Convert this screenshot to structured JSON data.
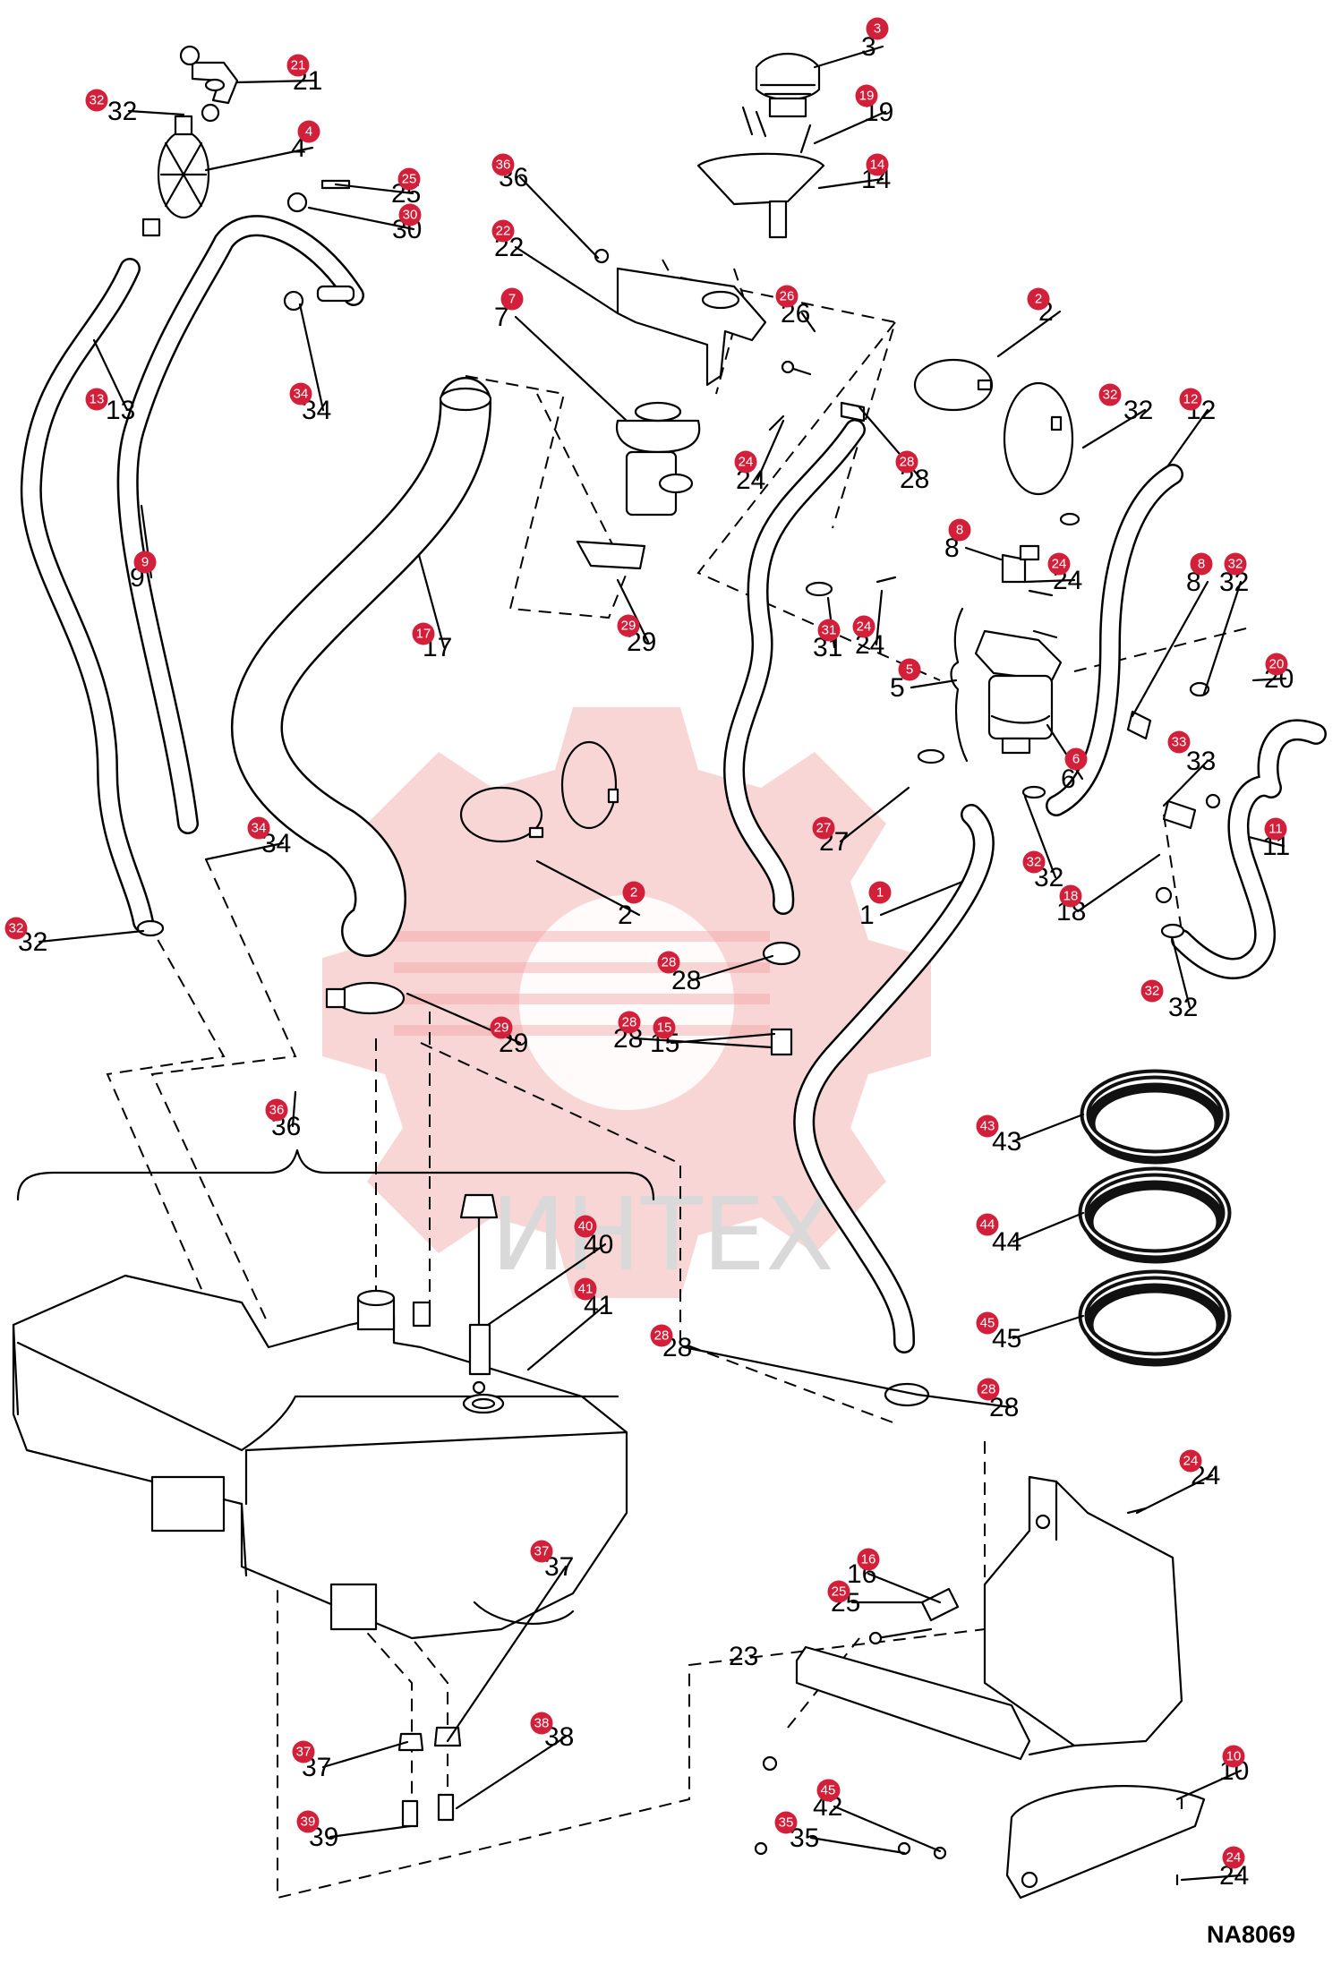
{
  "diagram_code": "NA8069",
  "watermark_text": "ИНТЕХ",
  "colors": {
    "badge": "#d3203a",
    "watermark": "#f2a5a5",
    "line": "#000000"
  },
  "callouts": [
    {
      "n": "1"
    },
    {
      "n": "2"
    },
    {
      "n": "2"
    },
    {
      "n": "3"
    },
    {
      "n": "4"
    },
    {
      "n": "5"
    },
    {
      "n": "6"
    },
    {
      "n": "7"
    },
    {
      "n": "8"
    },
    {
      "n": "8"
    },
    {
      "n": "9"
    },
    {
      "n": "10"
    },
    {
      "n": "11"
    },
    {
      "n": "12"
    },
    {
      "n": "13"
    },
    {
      "n": "14"
    },
    {
      "n": "15"
    },
    {
      "n": "16"
    },
    {
      "n": "17"
    },
    {
      "n": "18"
    },
    {
      "n": "19"
    },
    {
      "n": "20"
    },
    {
      "n": "21"
    },
    {
      "n": "22"
    },
    {
      "n": "23"
    },
    {
      "n": "24"
    },
    {
      "n": "24"
    },
    {
      "n": "24"
    },
    {
      "n": "24"
    },
    {
      "n": "24"
    },
    {
      "n": "25"
    },
    {
      "n": "25"
    },
    {
      "n": "26"
    },
    {
      "n": "27"
    },
    {
      "n": "28"
    },
    {
      "n": "28"
    },
    {
      "n": "28"
    },
    {
      "n": "28"
    },
    {
      "n": "28"
    },
    {
      "n": "29"
    },
    {
      "n": "29"
    },
    {
      "n": "30"
    },
    {
      "n": "31"
    },
    {
      "n": "32"
    },
    {
      "n": "32"
    },
    {
      "n": "32"
    },
    {
      "n": "32"
    },
    {
      "n": "32"
    },
    {
      "n": "32"
    },
    {
      "n": "33"
    },
    {
      "n": "34"
    },
    {
      "n": "34"
    },
    {
      "n": "35"
    },
    {
      "n": "36"
    },
    {
      "n": "36"
    },
    {
      "n": "37"
    },
    {
      "n": "37"
    },
    {
      "n": "38"
    },
    {
      "n": "39"
    },
    {
      "n": "40"
    },
    {
      "n": "41"
    },
    {
      "n": "42"
    },
    {
      "n": "43"
    },
    {
      "n": "44"
    },
    {
      "n": "45"
    },
    {
      "n": "45"
    }
  ]
}
